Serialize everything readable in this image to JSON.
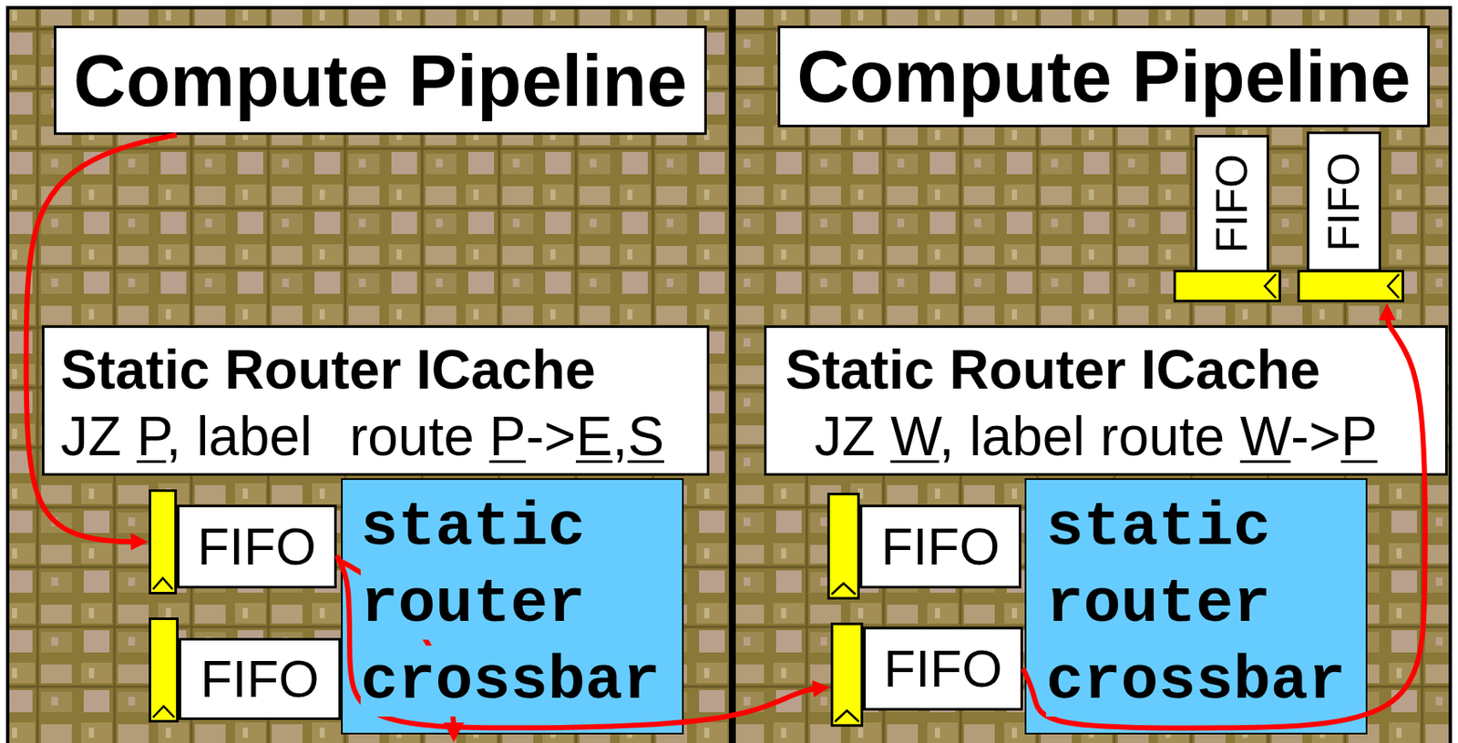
{
  "diagram": {
    "nodes": [
      {
        "text": [
          "Compute Pipeline"
        ]
      },
      {
        "text": [
          "Static Router ICache",
          "JZ P, label route P->E,S"
        ]
      },
      {
        "text": [
          "FIFO"
        ]
      },
      {
        "text": [
          "FIFO"
        ]
      },
      {
        "text": [
          "static router crossbar"
        ]
      },
      {
        "text": [
          "Compute Pipeline"
        ]
      },
      {
        "text": [
          "FIFO"
        ]
      },
      {
        "text": [
          "FIFO"
        ]
      },
      {
        "text": [
          "Static Router ICache",
          "JZ W, label route W->P"
        ]
      },
      {
        "text": [
          "FIFO"
        ]
      },
      {
        "text": [
          "FIFO"
        ]
      },
      {
        "text": [
          "static router crossbar"
        ]
      }
    ],
    "edges": [
      {
        "from": 0,
        "to": 2,
        "arrow": "to"
      },
      {
        "from": 2,
        "to": 10,
        "arrow": "to"
      },
      {
        "from": 10,
        "to": 7,
        "arrow": "to"
      }
    ]
  }
}
